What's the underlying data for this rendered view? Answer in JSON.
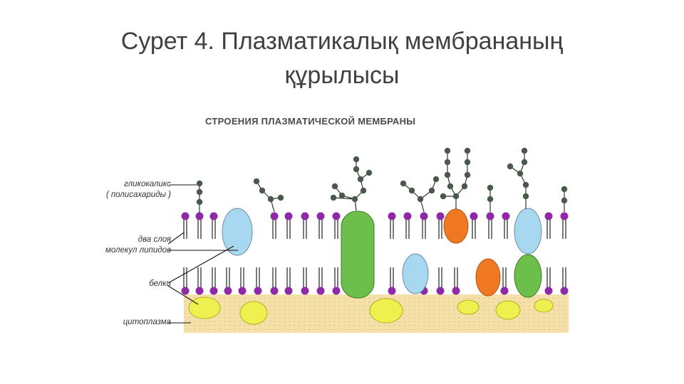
{
  "slide": {
    "title_line1": "Сурет 4. Плазматикалық мембрананың",
    "title_line2": "құрылысы"
  },
  "figure": {
    "heading": "СТРОЕНИЯ ПЛАЗМАТИЧЕСКОЙ МЕМБРАНЫ",
    "labels": {
      "glycocalyx_line1": "гликокаликс",
      "glycocalyx_line2": "( полисахариды )",
      "lipid_layers_line1": "два слоя",
      "lipid_layers_line2": "молекул липидов",
      "proteins": "белки",
      "cytoplasm": "цитоплазма"
    },
    "colors": {
      "lipid_head": "#8e2aa8",
      "sugar_bead": "#4a5a4a",
      "protein_light_blue": "#a8d8f0",
      "protein_green": "#6cbf4a",
      "protein_orange": "#f07820",
      "protein_yellow": "#eef050",
      "cytoplasm": "#f4e0a8"
    }
  }
}
